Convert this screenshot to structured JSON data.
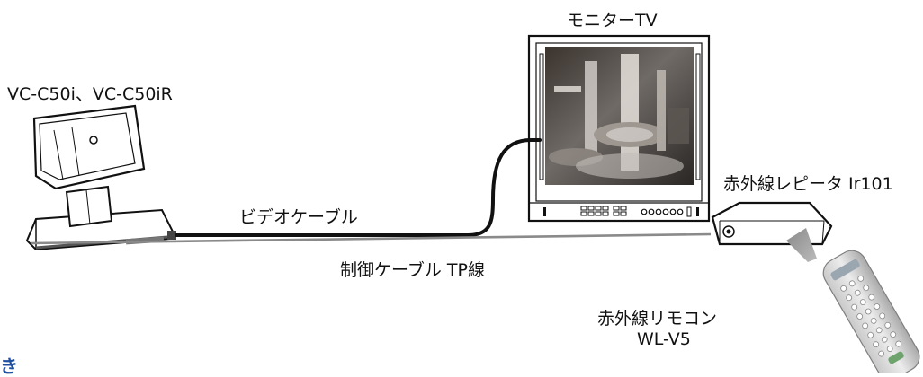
{
  "labels": {
    "camera": "VC-C50i、VC-C50iR",
    "monitor": "モニターTV",
    "video_cable": "ビデオケーブル",
    "control_cable": "制御ケーブル TP線",
    "repeater": "赤外線レピータ Ir101",
    "remote_line1": "赤外線リモコン",
    "remote_line2": "WL-V5",
    "cut_text": "き"
  },
  "colors": {
    "cable_video": "#111111",
    "cable_control": "#8a8a8a",
    "heading_blue": "#1f4fa0"
  }
}
